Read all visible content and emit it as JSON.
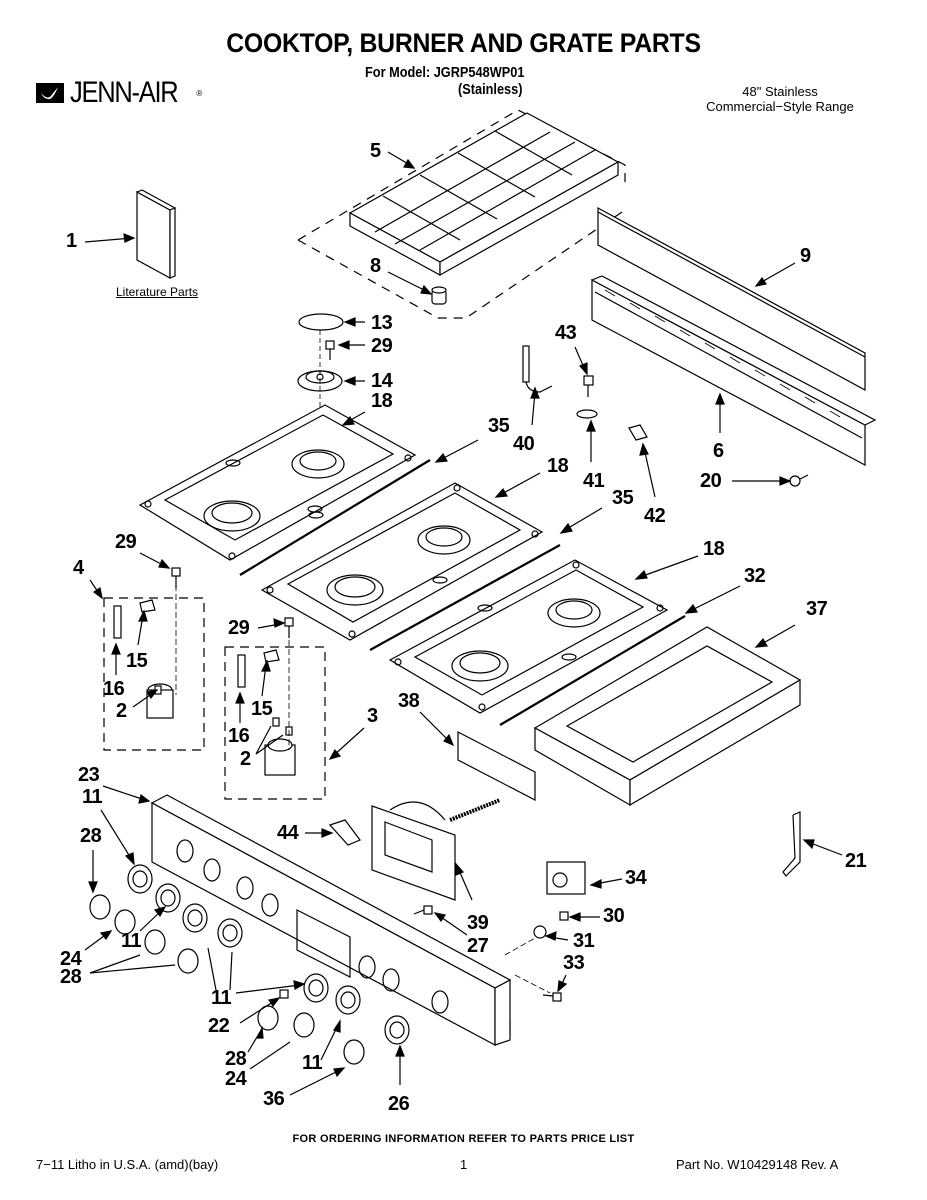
{
  "header": {
    "title": "COOKTOP, BURNER AND GRATE PARTS",
    "model_line": "For Model: JGRP548WP01",
    "color_line": "(Stainless)",
    "brand": "JENN-AIR",
    "brand_reg": "®",
    "product_line1": "48\" Stainless",
    "product_line2": "Commercial−Style Range"
  },
  "literature": {
    "label": "Literature Parts"
  },
  "callouts": [
    {
      "id": "c1",
      "text": "1"
    },
    {
      "id": "c5",
      "text": "5"
    },
    {
      "id": "c8",
      "text": "8"
    },
    {
      "id": "c9",
      "text": "9"
    },
    {
      "id": "c13",
      "text": "13"
    },
    {
      "id": "c29a",
      "text": "29"
    },
    {
      "id": "c14",
      "text": "14"
    },
    {
      "id": "c18a",
      "text": "18"
    },
    {
      "id": "c43",
      "text": "43"
    },
    {
      "id": "c35a",
      "text": "35"
    },
    {
      "id": "c40",
      "text": "40"
    },
    {
      "id": "c6",
      "text": "6"
    },
    {
      "id": "c41",
      "text": "41"
    },
    {
      "id": "c18b",
      "text": "18"
    },
    {
      "id": "c20",
      "text": "20"
    },
    {
      "id": "c35b",
      "text": "35"
    },
    {
      "id": "c42",
      "text": "42"
    },
    {
      "id": "c29b",
      "text": "29"
    },
    {
      "id": "c4",
      "text": "4"
    },
    {
      "id": "c18c",
      "text": "18"
    },
    {
      "id": "c32",
      "text": "32"
    },
    {
      "id": "c29c",
      "text": "29"
    },
    {
      "id": "c37",
      "text": "37"
    },
    {
      "id": "c15a",
      "text": "15"
    },
    {
      "id": "c16a",
      "text": "16"
    },
    {
      "id": "c2a",
      "text": "2"
    },
    {
      "id": "c15b",
      "text": "15"
    },
    {
      "id": "c16b",
      "text": "16"
    },
    {
      "id": "c2b",
      "text": "2"
    },
    {
      "id": "c3",
      "text": "3"
    },
    {
      "id": "c38",
      "text": "38"
    },
    {
      "id": "c23",
      "text": "23"
    },
    {
      "id": "c11a",
      "text": "11"
    },
    {
      "id": "c28a",
      "text": "28"
    },
    {
      "id": "c44",
      "text": "44"
    },
    {
      "id": "c21",
      "text": "21"
    },
    {
      "id": "c34",
      "text": "34"
    },
    {
      "id": "c39",
      "text": "39"
    },
    {
      "id": "c30",
      "text": "30"
    },
    {
      "id": "c27",
      "text": "27"
    },
    {
      "id": "c11b",
      "text": "11"
    },
    {
      "id": "c31",
      "text": "31"
    },
    {
      "id": "c24a",
      "text": "24"
    },
    {
      "id": "c28b",
      "text": "28"
    },
    {
      "id": "c33",
      "text": "33"
    },
    {
      "id": "c11c",
      "text": "11"
    },
    {
      "id": "c22",
      "text": "22"
    },
    {
      "id": "c28c",
      "text": "28"
    },
    {
      "id": "c24b",
      "text": "24"
    },
    {
      "id": "c11d",
      "text": "11"
    },
    {
      "id": "c36",
      "text": "36"
    },
    {
      "id": "c26",
      "text": "26"
    }
  ],
  "footer": {
    "ordering_note": "FOR ORDERING INFORMATION REFER TO PARTS PRICE LIST",
    "litho": "7−11 Litho in U.S.A. (amd)(bay)",
    "page": "1",
    "part_no": "Part No. W10429148 Rev. A"
  }
}
